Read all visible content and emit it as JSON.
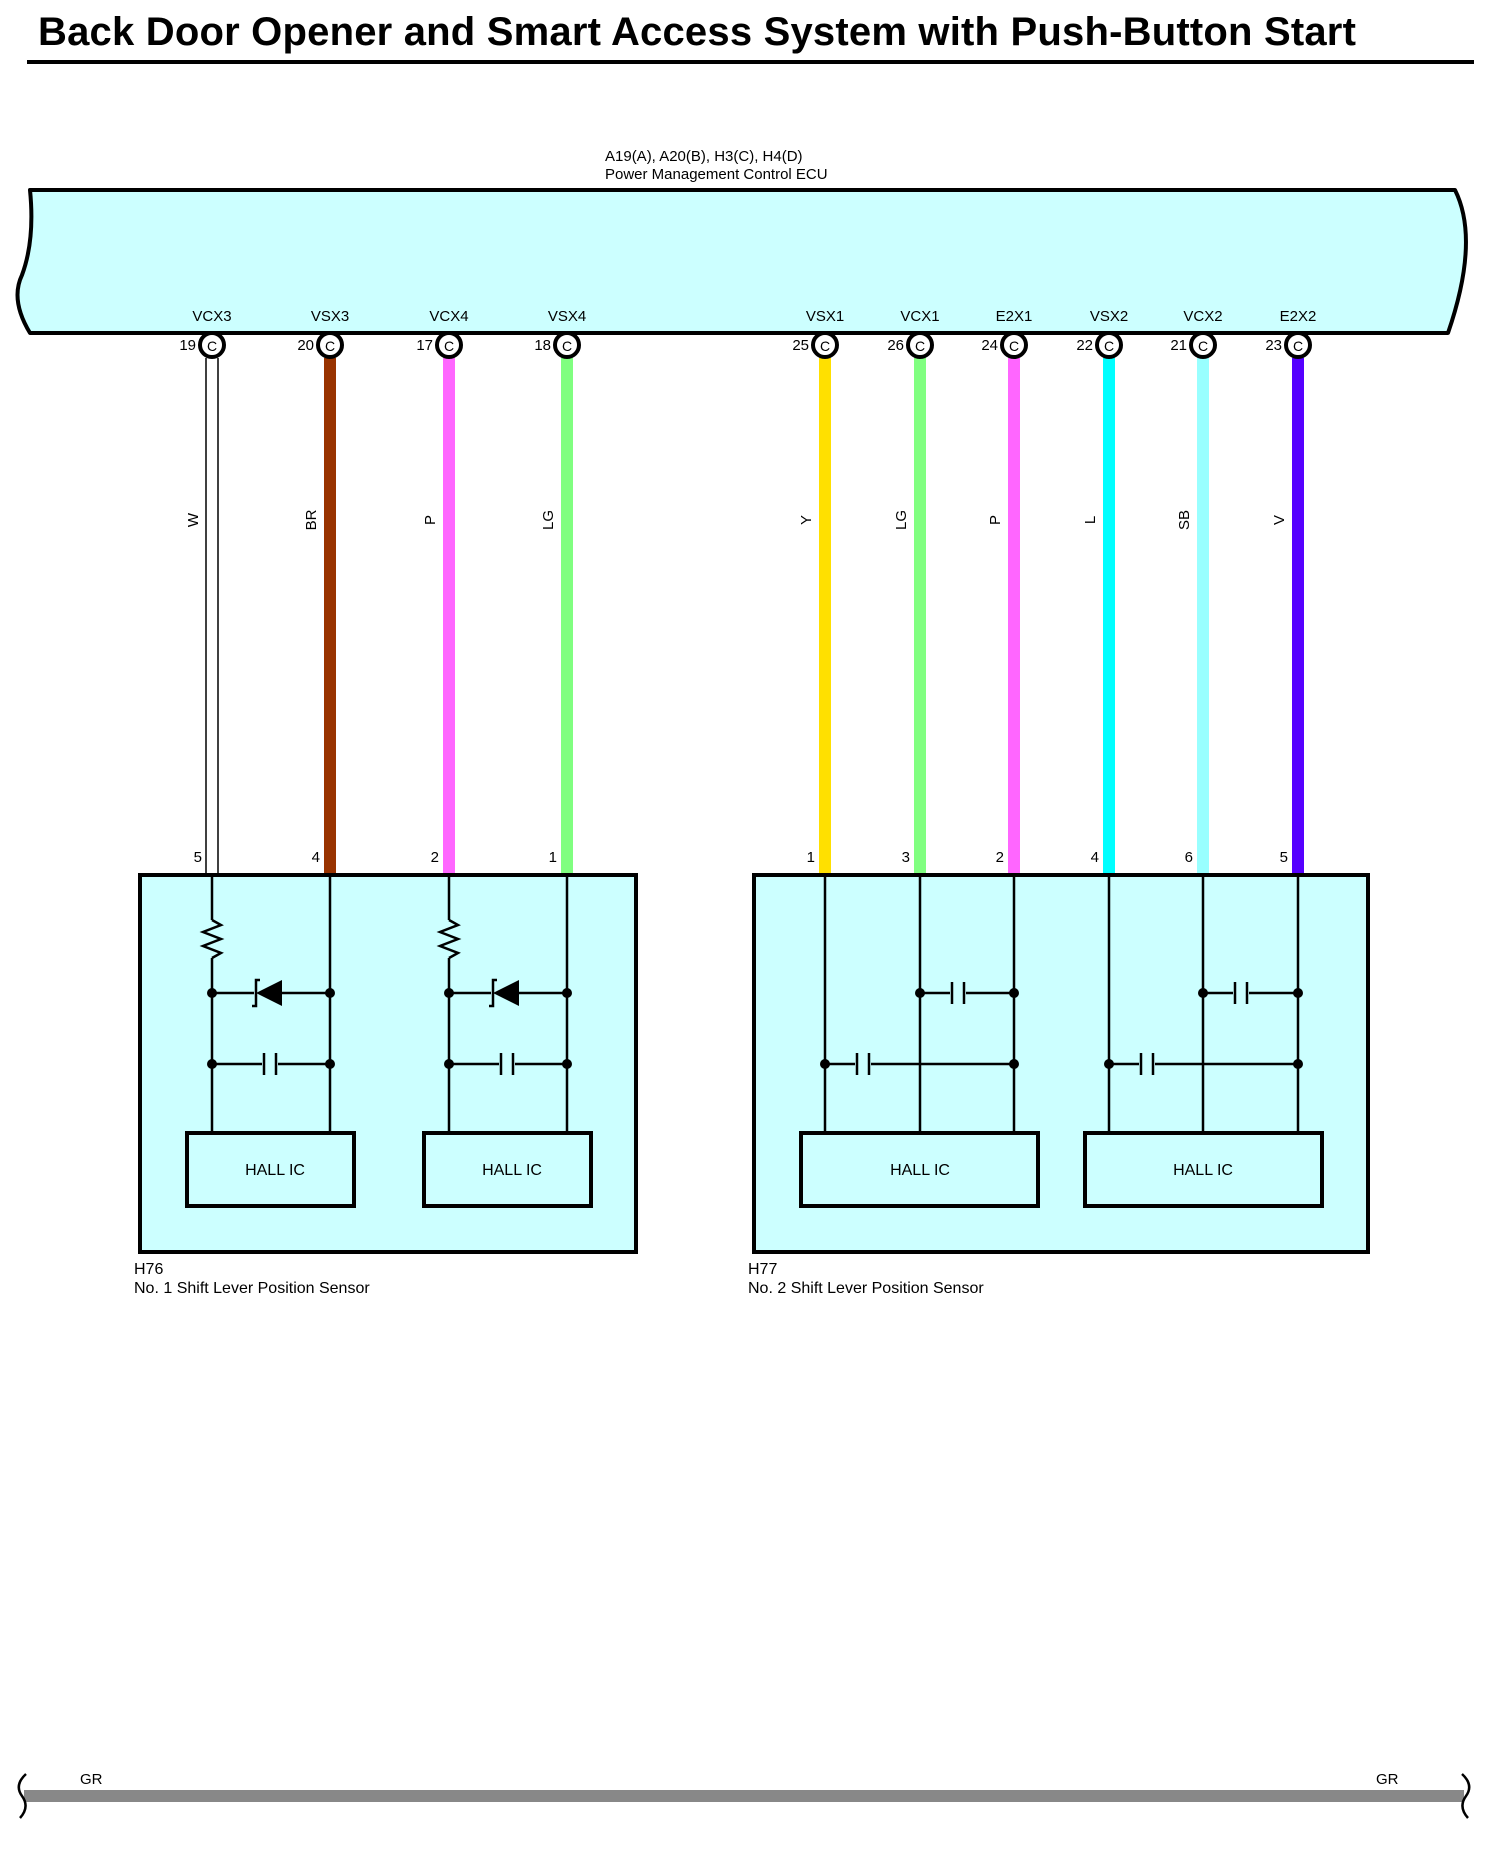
{
  "title": "Back Door Opener and Smart Access System with Push-Button Start",
  "ecu": {
    "connectors": "A19(A), A20(B), H3(C), H4(D)",
    "name": "Power Management Control ECU",
    "connector_letter": "C"
  },
  "wires": [
    {
      "ecu_terminal": "VCX3",
      "ecu_pin": "19",
      "color_code": "W",
      "hex": "#ffffff",
      "sensor_pin": "5"
    },
    {
      "ecu_terminal": "VSX3",
      "ecu_pin": "20",
      "color_code": "BR",
      "hex": "#993300",
      "sensor_pin": "4"
    },
    {
      "ecu_terminal": "VCX4",
      "ecu_pin": "17",
      "color_code": "P",
      "hex": "#ff66ff",
      "sensor_pin": "2"
    },
    {
      "ecu_terminal": "VSX4",
      "ecu_pin": "18",
      "color_code": "LG",
      "hex": "#80ff80",
      "sensor_pin": "1"
    },
    {
      "ecu_terminal": "VSX1",
      "ecu_pin": "25",
      "color_code": "Y",
      "hex": "#ffe000",
      "sensor_pin": "1"
    },
    {
      "ecu_terminal": "VCX1",
      "ecu_pin": "26",
      "color_code": "LG",
      "hex": "#80ff80",
      "sensor_pin": "3"
    },
    {
      "ecu_terminal": "E2X1",
      "ecu_pin": "24",
      "color_code": "P",
      "hex": "#ff66ff",
      "sensor_pin": "2"
    },
    {
      "ecu_terminal": "VSX2",
      "ecu_pin": "22",
      "color_code": "L",
      "hex": "#00ffff",
      "sensor_pin": "4"
    },
    {
      "ecu_terminal": "VCX2",
      "ecu_pin": "21",
      "color_code": "SB",
      "hex": "#99ffff",
      "sensor_pin": "6"
    },
    {
      "ecu_terminal": "E2X2",
      "ecu_pin": "23",
      "color_code": "V",
      "hex": "#5500ff",
      "sensor_pin": "5"
    }
  ],
  "sensors": [
    {
      "id": "H76",
      "name": "No.  1 Shift Lever Position Sensor",
      "terminals": [
        "VCX3",
        "VSX3",
        "VCX4",
        "VSX4"
      ],
      "ics": [
        "HALL IC",
        "HALL IC"
      ]
    },
    {
      "id": "H77",
      "name": "No.  2 Shift Lever Position Sensor",
      "terminals": [
        "VSX1",
        "VCX1",
        "E2X1",
        "VSX2",
        "VCX2",
        "E2X2"
      ],
      "ics": [
        "HALL IC",
        "HALL IC"
      ]
    }
  ],
  "ground_bus": {
    "left_label": "GR",
    "right_label": "GR",
    "hex": "#888888"
  },
  "colors": {
    "body_fill": "#ccffff",
    "line": "#000000"
  }
}
